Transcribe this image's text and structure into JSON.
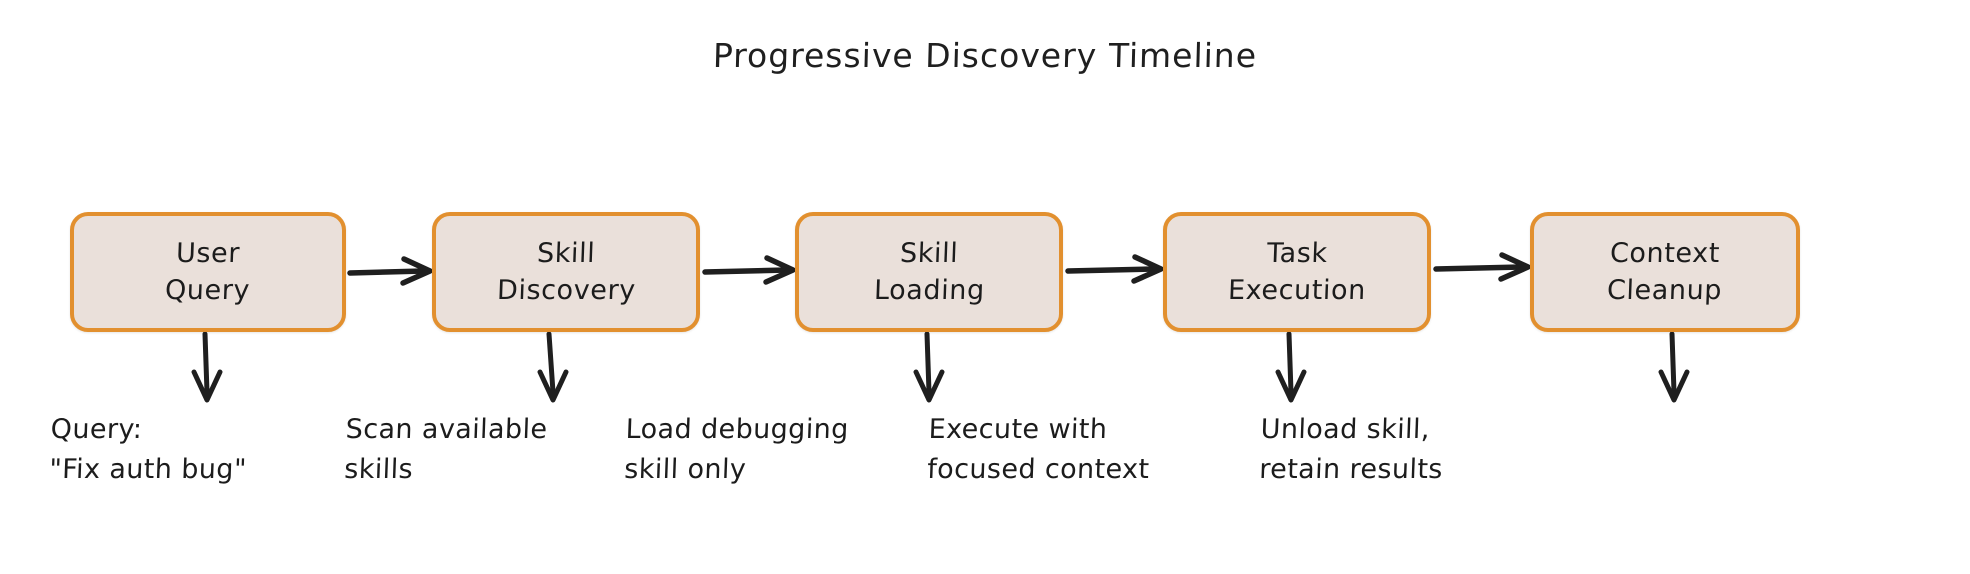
{
  "diagram": {
    "title": "Progressive Discovery Timeline",
    "type": "flowchart-timeline",
    "orientation": "left-to-right",
    "background_color": "#ffffff",
    "node_fill_color": "#EAE0DA",
    "node_border_color": "#E2902F",
    "text_color": "#1c1c1c",
    "arrow_color": "#1f1f1f",
    "stages": [
      {
        "id": "user-query",
        "lines": [
          "User",
          "Query"
        ],
        "caption_lines": [
          "Query:",
          "\"Fix auth bug\""
        ]
      },
      {
        "id": "skill-discovery",
        "lines": [
          "Skill",
          "Discovery"
        ],
        "caption_lines": [
          "Scan available",
          "skills"
        ]
      },
      {
        "id": "skill-loading",
        "lines": [
          "Skill",
          "Loading"
        ],
        "caption_lines": [
          "Load debugging",
          "skill only"
        ]
      },
      {
        "id": "task-execution",
        "lines": [
          "Task",
          "Execution"
        ],
        "caption_lines": [
          "Execute with",
          "focused context"
        ]
      },
      {
        "id": "context-cleanup",
        "lines": [
          "Context",
          "Cleanup"
        ],
        "caption_lines": [
          "Unload skill,",
          "retain results"
        ]
      }
    ],
    "connectors": {
      "horizontal": [
        {
          "from": "user-query",
          "to": "skill-discovery"
        },
        {
          "from": "skill-discovery",
          "to": "skill-loading"
        },
        {
          "from": "skill-loading",
          "to": "task-execution"
        },
        {
          "from": "task-execution",
          "to": "context-cleanup"
        }
      ],
      "vertical": [
        {
          "from": "user-query",
          "to": "caption-user-query"
        },
        {
          "from": "skill-discovery",
          "to": "caption-skill-discovery"
        },
        {
          "from": "skill-loading",
          "to": "caption-skill-loading"
        },
        {
          "from": "task-execution",
          "to": "caption-task-execution"
        },
        {
          "from": "context-cleanup",
          "to": "caption-context-cleanup"
        }
      ]
    }
  }
}
